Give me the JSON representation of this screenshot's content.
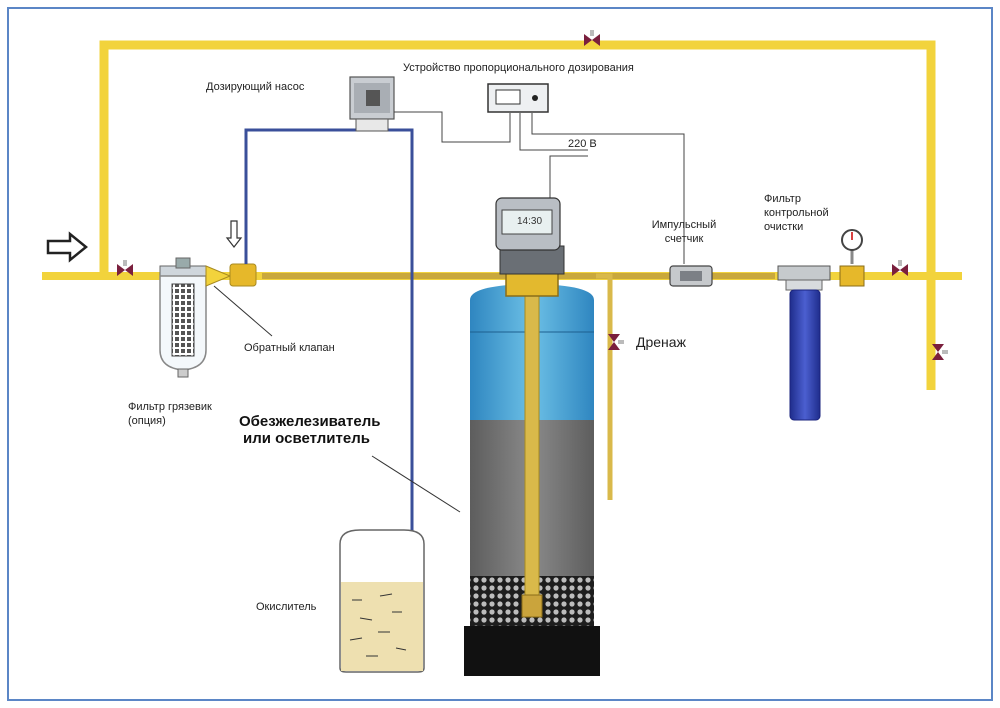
{
  "labels": {
    "dosing_pump": "Дозирующий насос",
    "proportional_device": "Устройство пропорционального дозирования",
    "voltage": "220 В",
    "controller_display": "14:30",
    "impulse_counter_line1": "Импульсный",
    "impulse_counter_line2": "счетчик",
    "control_filter_line1": "Фильтр",
    "control_filter_line2": "контрольной",
    "control_filter_line3": "очистки",
    "drain": "Дренаж",
    "check_valve": "Обратный клапан",
    "mud_filter_line1": "Фильтр грязевик",
    "mud_filter_line2": "(опция)",
    "deferrizer_line1": "Обезжелезиватель",
    "deferrizer_line2": "или осветлитель",
    "oxidizer": "Окислитель"
  },
  "colors": {
    "pipe_yellow": "#f2d33c",
    "pipe_brass": "#c9a83c",
    "tube_blue": "#3a4f9a",
    "water_blue": "#3c9dd0",
    "media_grey": "#707070",
    "gravel": "#2a2a2a",
    "cartridge_blue": "#2e3ea8",
    "frame_blue": "#5b86c6"
  },
  "icons": [
    "inlet-arrow-icon",
    "valve-icon",
    "pressure-gauge-icon",
    "down-arrow-icon"
  ]
}
